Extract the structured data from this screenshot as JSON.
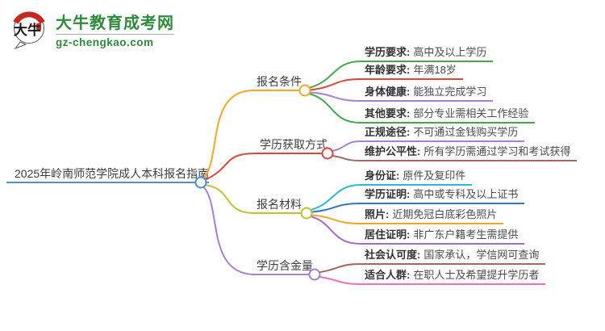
{
  "logo": {
    "icon_text": "大牛",
    "title": "大牛教育成考网",
    "domain": "gz-chengkao.com",
    "green": "#2e8b3c",
    "red": "#c5281c"
  },
  "central": {
    "title": "2025年岭南师范学院成人本科报名指南",
    "color": "#4a90d2"
  },
  "branches": [
    {
      "label": "报名条件",
      "color": "#f5a623",
      "children": [
        {
          "label": "学历要求:",
          "value": "高中及以上学历",
          "color": "#44a94d"
        },
        {
          "label": "年龄要求:",
          "value": "年满18岁",
          "color": "#e0453a"
        },
        {
          "label": "身体健康:",
          "value": "能独立完成学习",
          "color": "#a680d2"
        },
        {
          "label": "其他要求:",
          "value": "部分专业需相关工作经验",
          "color": "#44a94d"
        }
      ]
    },
    {
      "label": "学历获取方式",
      "color": "#e0453a",
      "children": [
        {
          "label": "正规途径:",
          "value": "不可通过金钱购买学历",
          "color": "#a680d2"
        },
        {
          "label": "维护公平性:",
          "value": "所有学历需通过学习和考试获得",
          "color": "#a2685c"
        }
      ]
    },
    {
      "label": "报名材料",
      "color": "#c2c12d",
      "children": [
        {
          "label": "身份证:",
          "value": "原件及复印件",
          "color": "#30b8d8"
        },
        {
          "label": "学历证明:",
          "value": "高中或专科及以上证书",
          "color": "#2e79c7"
        },
        {
          "label": "照片:",
          "value": "近期免冠白底彩色照片",
          "color": "#f5a623"
        },
        {
          "label": "居住证明:",
          "value": "非广东户籍考生需提供",
          "color": "#a06ed2"
        }
      ]
    },
    {
      "label": "学历含金量",
      "color": "#a680d2",
      "children": [
        {
          "label": "社会认可度:",
          "value": "国家承认，学信网可查询",
          "color": "#a2685c"
        },
        {
          "label": "适合人群:",
          "value": "在职人士及希望提升学历者",
          "color": "#ee6fb5"
        }
      ]
    }
  ]
}
